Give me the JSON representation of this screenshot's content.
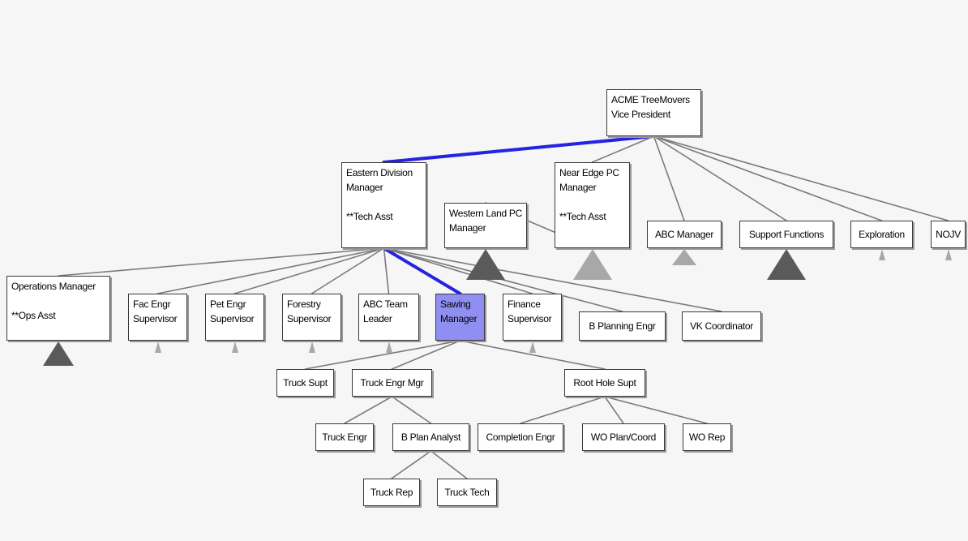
{
  "colors": {
    "background": "#f6f6f6",
    "node_fill": "#ffffff",
    "node_border": "#3a3a3a",
    "selected_fill": "#8f8ff2",
    "link": "#7a7a7a",
    "highlight_link": "#2424e0",
    "collapse_dark": "#5a5a5a",
    "collapse_light": "#a8a8a8"
  },
  "nodes": {
    "vp": {
      "lines": [
        "ACME TreeMovers",
        "Vice President"
      ]
    },
    "eastern": {
      "lines": [
        "Eastern Division",
        "Manager"
      ],
      "note": "**Tech Asst"
    },
    "nearedge": {
      "lines": [
        "Near Edge PC",
        "Manager"
      ],
      "note": "**Tech Asst"
    },
    "western": {
      "lines": [
        "Western Land PC",
        "Manager"
      ]
    },
    "abc_mgr": {
      "lines": [
        "ABC Manager"
      ]
    },
    "support": {
      "lines": [
        "Support Functions"
      ]
    },
    "exploration": {
      "lines": [
        "Exploration"
      ]
    },
    "nojv": {
      "lines": [
        "NOJV"
      ]
    },
    "ops": {
      "lines": [
        "Operations Manager"
      ],
      "note": "**Ops Asst"
    },
    "fac": {
      "lines": [
        "Fac Engr",
        "Supervisor"
      ]
    },
    "pet": {
      "lines": [
        "Pet Engr",
        "Supervisor"
      ]
    },
    "forestry": {
      "lines": [
        "Forestry",
        "Supervisor"
      ]
    },
    "abc_team": {
      "lines": [
        "ABC Team",
        "Leader"
      ]
    },
    "sawing": {
      "lines": [
        "Sawing",
        "Manager"
      ],
      "selected": true
    },
    "finance": {
      "lines": [
        "Finance",
        "Supervisor"
      ]
    },
    "bplanning": {
      "lines": [
        "B Planning Engr"
      ]
    },
    "vk": {
      "lines": [
        "VK Coordinator"
      ]
    },
    "truck_supt": {
      "lines": [
        "Truck Supt"
      ]
    },
    "truck_engr_mgr": {
      "lines": [
        "Truck Engr Mgr"
      ]
    },
    "root_hole": {
      "lines": [
        "Root Hole Supt"
      ]
    },
    "truck_engr": {
      "lines": [
        "Truck Engr"
      ]
    },
    "bplan_analyst": {
      "lines": [
        "B Plan Analyst"
      ]
    },
    "completion": {
      "lines": [
        "Completion Engr"
      ]
    },
    "wo_plan": {
      "lines": [
        "WO Plan/Coord"
      ]
    },
    "wo_rep": {
      "lines": [
        "WO Rep"
      ]
    },
    "truck_rep": {
      "lines": [
        "Truck Rep"
      ]
    },
    "truck_tech": {
      "lines": [
        "Truck Tech"
      ]
    }
  },
  "links": [
    {
      "from": "vp",
      "to": "eastern",
      "highlight": true
    },
    {
      "from": "vp",
      "to": "nearedge"
    },
    {
      "from": "vp",
      "to": "abc_mgr"
    },
    {
      "from": "vp",
      "to": "support"
    },
    {
      "from": "vp",
      "to": "exploration"
    },
    {
      "from": "vp",
      "to": "nojv"
    },
    {
      "from": "nearedge",
      "to": "western"
    },
    {
      "from": "eastern",
      "to": "ops"
    },
    {
      "from": "eastern",
      "to": "fac"
    },
    {
      "from": "eastern",
      "to": "pet"
    },
    {
      "from": "eastern",
      "to": "forestry"
    },
    {
      "from": "eastern",
      "to": "abc_team"
    },
    {
      "from": "eastern",
      "to": "sawing",
      "highlight": true
    },
    {
      "from": "eastern",
      "to": "finance"
    },
    {
      "from": "eastern",
      "to": "bplanning"
    },
    {
      "from": "eastern",
      "to": "vk"
    },
    {
      "from": "sawing",
      "to": "truck_supt"
    },
    {
      "from": "sawing",
      "to": "truck_engr_mgr"
    },
    {
      "from": "sawing",
      "to": "root_hole"
    },
    {
      "from": "truck_engr_mgr",
      "to": "truck_engr"
    },
    {
      "from": "truck_engr_mgr",
      "to": "bplan_analyst"
    },
    {
      "from": "root_hole",
      "to": "completion"
    },
    {
      "from": "root_hole",
      "to": "wo_plan"
    },
    {
      "from": "root_hole",
      "to": "wo_rep"
    },
    {
      "from": "bplan_analyst",
      "to": "truck_rep"
    },
    {
      "from": "bplan_analyst",
      "to": "truck_tech"
    }
  ],
  "collapsed_indicators": [
    {
      "node": "western",
      "size": "large",
      "shade": "dark"
    },
    {
      "node": "nearedge",
      "size": "large",
      "shade": "light"
    },
    {
      "node": "abc_mgr",
      "size": "small",
      "shade": "light"
    },
    {
      "node": "support",
      "size": "large",
      "shade": "dark"
    },
    {
      "node": "exploration",
      "size": "tiny",
      "shade": "light"
    },
    {
      "node": "nojv",
      "size": "tiny",
      "shade": "light"
    },
    {
      "node": "ops",
      "size": "medium",
      "shade": "dark"
    },
    {
      "node": "fac",
      "size": "tiny",
      "shade": "light"
    },
    {
      "node": "pet",
      "size": "tiny",
      "shade": "light"
    },
    {
      "node": "forestry",
      "size": "tiny",
      "shade": "light"
    },
    {
      "node": "abc_team",
      "size": "tiny",
      "shade": "light"
    },
    {
      "node": "finance",
      "size": "tiny",
      "shade": "light"
    }
  ]
}
